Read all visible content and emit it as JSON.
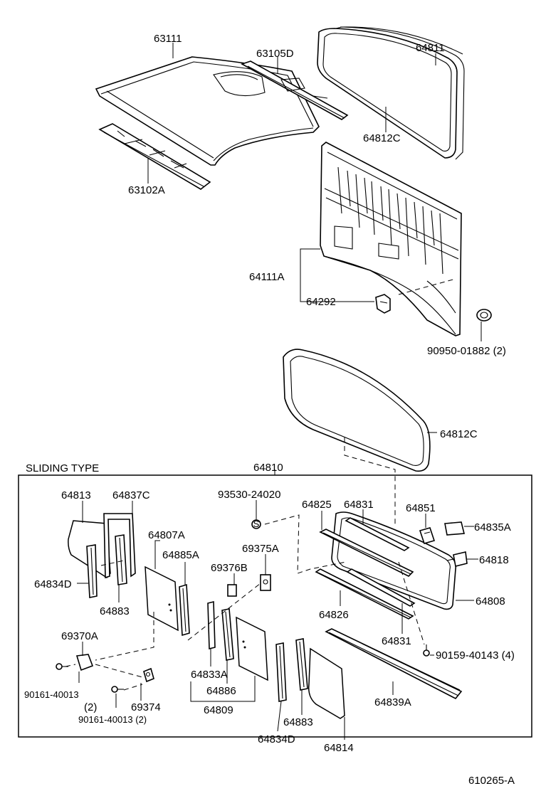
{
  "section_label": "SLIDING TYPE",
  "figure_code": "610265-A",
  "labels": {
    "p63111": "63111",
    "p63105d": "63105D",
    "p64811": "64811",
    "p64812c_top": "64812C",
    "p63102a": "63102A",
    "p64111a": "64111A",
    "p64292": "64292",
    "p90950": "90950-01882 (2)",
    "p64812c_mid": "64812C",
    "p64810": "64810",
    "p64813": "64813",
    "p64837c": "64837C",
    "p93530": "93530-24020",
    "p64825": "64825",
    "p64831_top": "64831",
    "p64851": "64851",
    "p64835a": "64835A",
    "p64807a": "64807A",
    "p64885a": "64885A",
    "p69375a": "69375A",
    "p64818": "64818",
    "p64834d_left": "64834D",
    "p69376b": "69376B",
    "p64808": "64808",
    "p64883_left": "64883",
    "p64826": "64826",
    "p64831_bot": "64831",
    "p69370a": "69370A",
    "p90159": "90159-40143 (4)",
    "p64833a": "64833A",
    "p64886": "64886",
    "p64809": "64809",
    "p90161_a": "90161-40013",
    "p90161_a_qty": "(2)",
    "p69374": "69374",
    "p90161_b": "90161-40013 (2)",
    "p64839a": "64839A",
    "p64883_right": "64883",
    "p64834d_right": "64834D",
    "p64814": "64814",
    "s_mark": "S"
  }
}
